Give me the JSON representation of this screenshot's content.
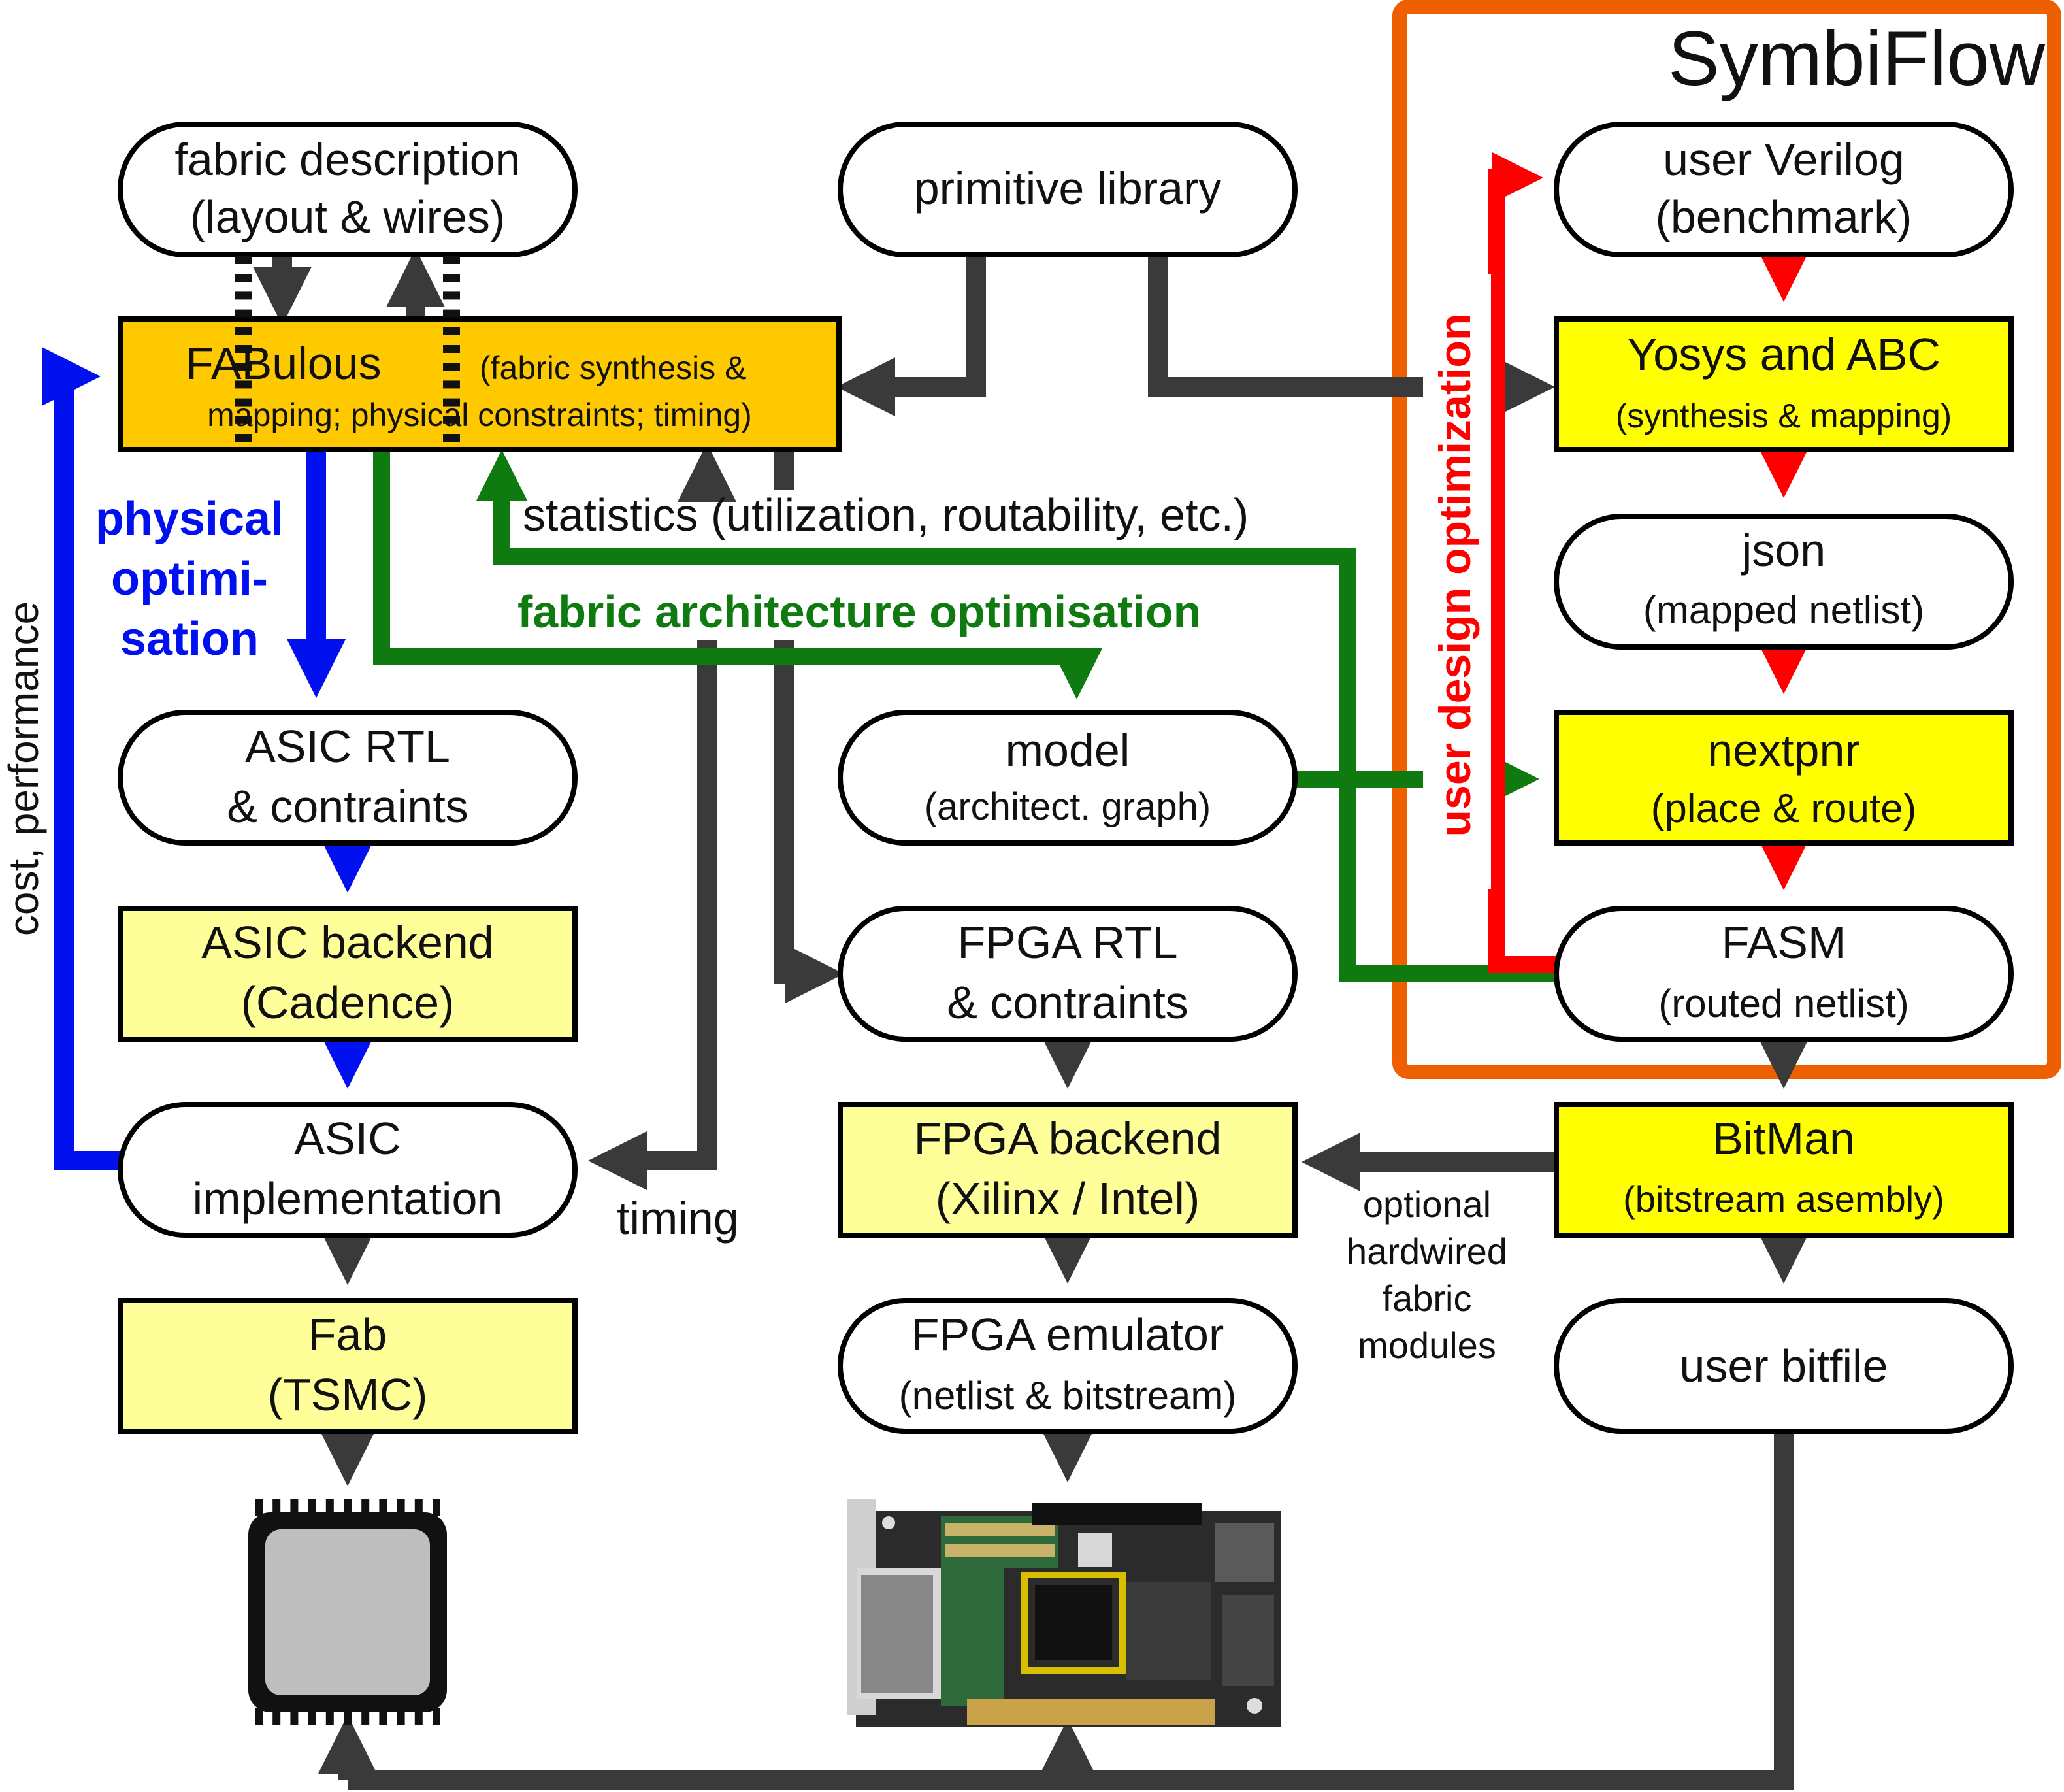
{
  "symbiflow": {
    "title": "SymbiFlow"
  },
  "nodes": {
    "fabric_desc": {
      "line1": "fabric description",
      "line2": "(layout & wires)"
    },
    "primitive_lib": {
      "line1": "primitive library"
    },
    "user_verilog": {
      "line1": "user Verilog",
      "line2": "(benchmark)"
    },
    "fabulous": {
      "line1": "FABulous",
      "line1b": "(fabric synthesis &",
      "line2": "mapping; physical constraints; timing)"
    },
    "yosys": {
      "line1": "Yosys and ABC",
      "line2": "(synthesis & mapping)"
    },
    "json": {
      "line1": "json",
      "line2": "(mapped netlist)"
    },
    "asic_rtl": {
      "line1": "ASIC RTL",
      "line2": "& contraints"
    },
    "model": {
      "line1": "model",
      "line2": "(architect. graph)"
    },
    "nextpnr": {
      "line1": "nextpnr",
      "line2": "(place & route)"
    },
    "asic_backend": {
      "line1": "ASIC backend",
      "line2": "(Cadence)"
    },
    "fpga_rtl": {
      "line1": "FPGA RTL",
      "line2": "& contraints"
    },
    "fasm": {
      "line1": "FASM",
      "line2": "(routed netlist)"
    },
    "asic_impl": {
      "line1": "ASIC",
      "line2": "implementation"
    },
    "fpga_backend": {
      "line1": "FPGA backend",
      "line2": "(Xilinx / Intel)"
    },
    "bitman": {
      "line1": "BitMan",
      "line2": "(bitstream asembly)"
    },
    "fab": {
      "line1": "Fab",
      "line2": "(TSMC)"
    },
    "fpga_emulator": {
      "line1": "FPGA emulator",
      "line2": "(netlist & bitstream)"
    },
    "user_bitfile": {
      "line1": "user bitfile"
    }
  },
  "labels": {
    "physical_opt": [
      "physical",
      "optimi-",
      "sation"
    ],
    "cost_perf": "cost, performance",
    "statistics": "statistics (utilization, routability, etc.)",
    "fabric_arch_opt": "fabric architecture optimisation",
    "user_design_opt": "user design optimization",
    "timing": "timing",
    "optional": [
      "optional",
      "hardwired",
      "fabric",
      "modules"
    ]
  },
  "colors": {
    "dark": "#3a3a3a",
    "blue": "#0010ee",
    "green": "#0f7a0f",
    "red": "#ff0000",
    "orange": "#ee5f00",
    "fabulous_fill": "#ffc900",
    "yellow_fill": "#ffff00",
    "light_yellow_fill": "#ffff99",
    "chip_fill": "#bebebe"
  }
}
